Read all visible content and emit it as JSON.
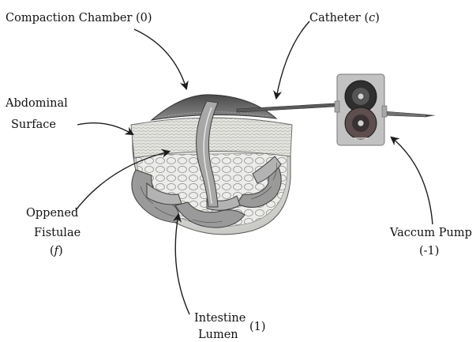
{
  "labels": {
    "compaction_chamber": {
      "text": "Compaction Chamber",
      "sym_open": "(",
      "sym": "0",
      "sym_close": ")"
    },
    "catheter": {
      "text": "Catheter",
      "sym_open": "(",
      "sym": "c",
      "sym_close": ")"
    },
    "abdominal_surface": {
      "line1": "Abdominal",
      "line2": "Surface"
    },
    "opened_fistulae": {
      "line1": "Oppened",
      "line2": "Fistulae",
      "sym_open": "(",
      "sym": "f",
      "sym_close": ")"
    },
    "vacuum_pump": {
      "line1": "Vaccum Pump",
      "line2": "(-1)"
    },
    "intestine_lumen": {
      "line1": "Intestine",
      "line2": "Lumen",
      "sym": "(1)"
    }
  },
  "colors": {
    "ink": "#111111",
    "skin": "#d9d9d6",
    "chamber": "#6b6b6b",
    "intestine": "#8c8c8c",
    "pump_body": "#bdbdbd",
    "pump_lobe_dark": "#3a3a3a",
    "pump_lobe_red": "#7a5a5a"
  }
}
